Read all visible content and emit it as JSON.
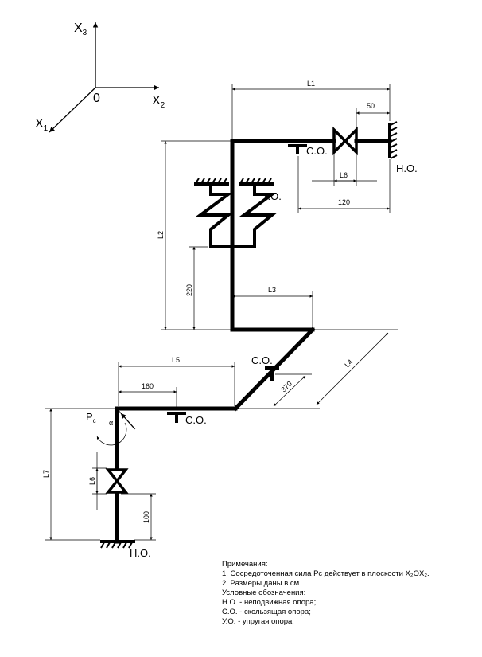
{
  "axes": {
    "x1": "X",
    "x1_sub": "1",
    "x2": "X",
    "x2_sub": "2",
    "x3": "X",
    "x3_sub": "3",
    "origin": "0"
  },
  "supports": {
    "fixed_top": "Н.О.",
    "fixed_bottom": "Н.О.",
    "sliding_top": "С.О.",
    "sliding_mid": "С.О.",
    "sliding_bottom": "С.О.",
    "elastic": "У.О."
  },
  "dimensions": {
    "L1": "L1",
    "d50": "50",
    "L6_top": "L6",
    "d120": "120",
    "L2": "L2",
    "d220": "220",
    "L3": "L3",
    "L4": "L4",
    "d370": "370",
    "L5": "L5",
    "d160": "160",
    "L7": "L7",
    "L6_bottom": "L6",
    "d100": "100"
  },
  "force": {
    "label": "P",
    "sub": "c",
    "angle": "α"
  },
  "notes": {
    "title": "Примечания:",
    "line1": "1. Сосредоточенная сила Pс действует в плоскости X₂OX₂.",
    "line2": "2. Размеры даны в см.",
    "legend_title": "Условные обозначения:",
    "legend1": "Н.О. - неподвижная опора;",
    "legend2": "С.О. - скользящая опора;",
    "legend3": "У.О. - упругая опора."
  }
}
